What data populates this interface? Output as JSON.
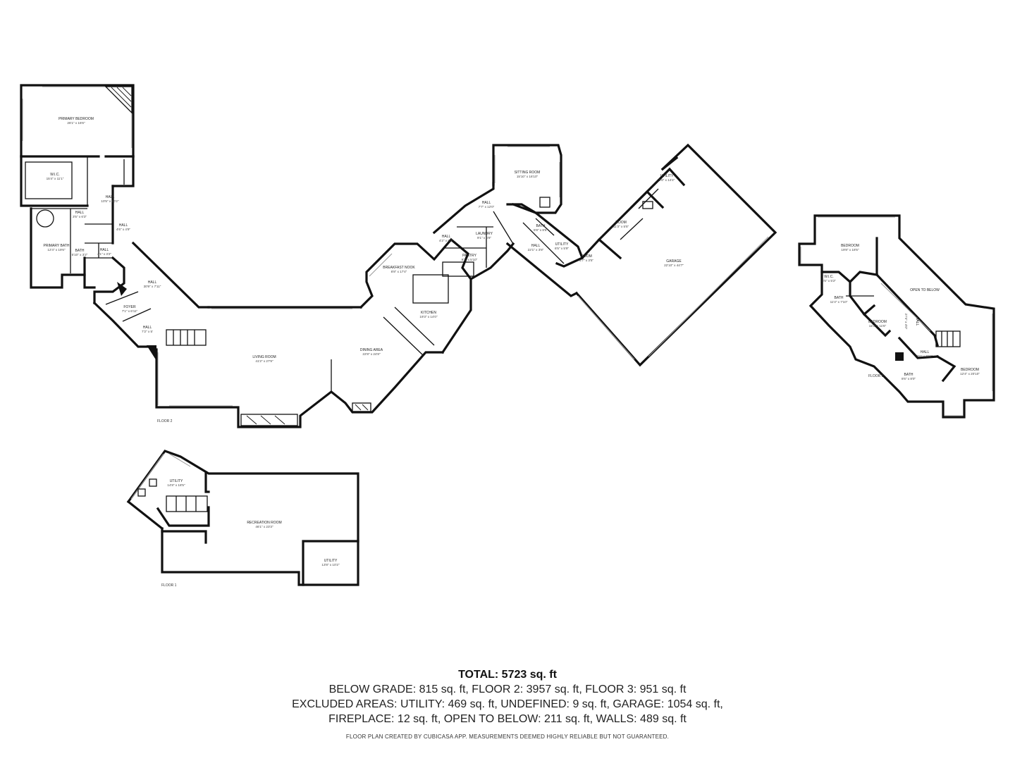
{
  "floors": [
    {
      "id": "floor-2",
      "label": "FLOOR 2",
      "rooms": [
        {
          "key": "primary-bedroom",
          "name": "PRIMARY BEDROOM",
          "dims": "26'1\" x 16'6\""
        },
        {
          "key": "wic",
          "name": "W.I.C.",
          "dims": "15'4\" x 11'1\""
        },
        {
          "key": "hall-a",
          "name": "HALL",
          "dims": "10'5\" x 20'2\""
        },
        {
          "key": "hall-b",
          "name": "HALL",
          "dims": "3'5\" x 6'3\""
        },
        {
          "key": "hall-c",
          "name": "HALL",
          "dims": "4'6\" x 4'9\""
        },
        {
          "key": "primary-bath",
          "name": "PRIMARY BATH",
          "dims": "12'4\" x 19'6\""
        },
        {
          "key": "bath-a",
          "name": "BATH",
          "dims": "5'10\" x 3'2\""
        },
        {
          "key": "hall-d",
          "name": "HALL",
          "dims": "4'1\" x 3'2\""
        },
        {
          "key": "hall-e",
          "name": "HALL",
          "dims": "30'9\" x 7'11\""
        },
        {
          "key": "foyer",
          "name": "FOYER",
          "dims": "7'1\" x 6'11\""
        },
        {
          "key": "hall-f",
          "name": "HALL",
          "dims": "7'2\" x 5'"
        },
        {
          "key": "living-room",
          "name": "LIVING ROOM",
          "dims": "41'2\" x 27'9\""
        },
        {
          "key": "dining-area",
          "name": "DINING AREA",
          "dims": "22'8\" x 24'8\""
        },
        {
          "key": "breakfast-nook",
          "name": "BREAKFAST NOOK",
          "dims": "8'8\" x 17'4\""
        },
        {
          "key": "kitchen",
          "name": "KITCHEN",
          "dims": "19'3\" x 14'0\""
        },
        {
          "key": "pantry",
          "name": "PANTRY",
          "dims": "9'1\" x 5'10\""
        },
        {
          "key": "hall-g",
          "name": "HALL",
          "dims": "4'2\" x 8'7\""
        },
        {
          "key": "laundry",
          "name": "LAUNDRY",
          "dims": "9'1\" x 6'8\""
        },
        {
          "key": "hall-h",
          "name": "HALL",
          "dims": "7'7\" x 12'0\""
        },
        {
          "key": "sitting-room",
          "name": "SITTING ROOM",
          "dims": "15'10\" x 16'10\""
        },
        {
          "key": "bath-b",
          "name": "BATH",
          "dims": "5'8\" x 8'6\""
        },
        {
          "key": "utility-a",
          "name": "UTILITY",
          "dims": "6'5\" x 5'9\""
        },
        {
          "key": "hall-i",
          "name": "HALL",
          "dims": "22'1\" x 3'8\""
        },
        {
          "key": "room-a",
          "name": "ROOM",
          "dims": "6'7\" x 3'5\""
        },
        {
          "key": "room-b",
          "name": "ROOM",
          "dims": "11'3\" x 5'5\""
        },
        {
          "key": "utility-b",
          "name": "UTILITY",
          "dims": "5'6\" x 14'4\""
        },
        {
          "key": "garage",
          "name": "GARAGE",
          "dims": "22'10\" x 44'7\""
        }
      ]
    },
    {
      "id": "floor-3",
      "label": "FLOOR 3",
      "rooms": [
        {
          "key": "bedroom-a",
          "name": "BEDROOM",
          "dims": "19'8\" x 18'5\""
        },
        {
          "key": "wic-3",
          "name": "W.I.C.",
          "dims": "6'5\" x 5'2\""
        },
        {
          "key": "bath-c",
          "name": "BATH",
          "dims": "11'4\" x 7'10\""
        },
        {
          "key": "open-to-below",
          "name": "OPEN TO BELOW",
          "dims": ""
        },
        {
          "key": "bedroom-b",
          "name": "BEDROOM",
          "dims": "11'0\" x 11'6\""
        },
        {
          "key": "hall-j",
          "name": "HALL",
          "dims": "27'4\" x 4'0\""
        },
        {
          "key": "hall-k",
          "name": "HALL",
          "dims": "6'0\" x 3'11\""
        },
        {
          "key": "bath-d",
          "name": "BATH",
          "dims": "8'6\" x 8'0\""
        },
        {
          "key": "bedroom-c",
          "name": "BEDROOM",
          "dims": "12'4\" x 20'10\""
        }
      ]
    },
    {
      "id": "floor-1",
      "label": "FLOOR 1",
      "rooms": [
        {
          "key": "utility-c",
          "name": "UTILITY",
          "dims": "14'8\" x 18'5\""
        },
        {
          "key": "recreation-room",
          "name": "RECREATION ROOM",
          "dims": "46'1\" x 23'3\""
        },
        {
          "key": "utility-d",
          "name": "UTILITY",
          "dims": "13'8\" x 10'2\""
        }
      ]
    }
  ],
  "summary": {
    "total": "TOTAL: 5723 sq. ft",
    "line1": "BELOW GRADE: 815 sq. ft, FLOOR 2: 3957 sq. ft, FLOOR 3: 951 sq. ft",
    "line2": "EXCLUDED AREAS: UTILITY: 469 sq. ft, UNDEFINED: 9 sq. ft, GARAGE: 1054 sq. ft,",
    "line3": "FIREPLACE: 12 sq. ft, OPEN TO BELOW: 211 sq. ft, WALLS: 489 sq. ft",
    "disclaimer": "FLOOR PLAN CREATED BY CUBICASA APP. MEASUREMENTS DEEMED HIGHLY RELIABLE BUT NOT GUARANTEED."
  }
}
